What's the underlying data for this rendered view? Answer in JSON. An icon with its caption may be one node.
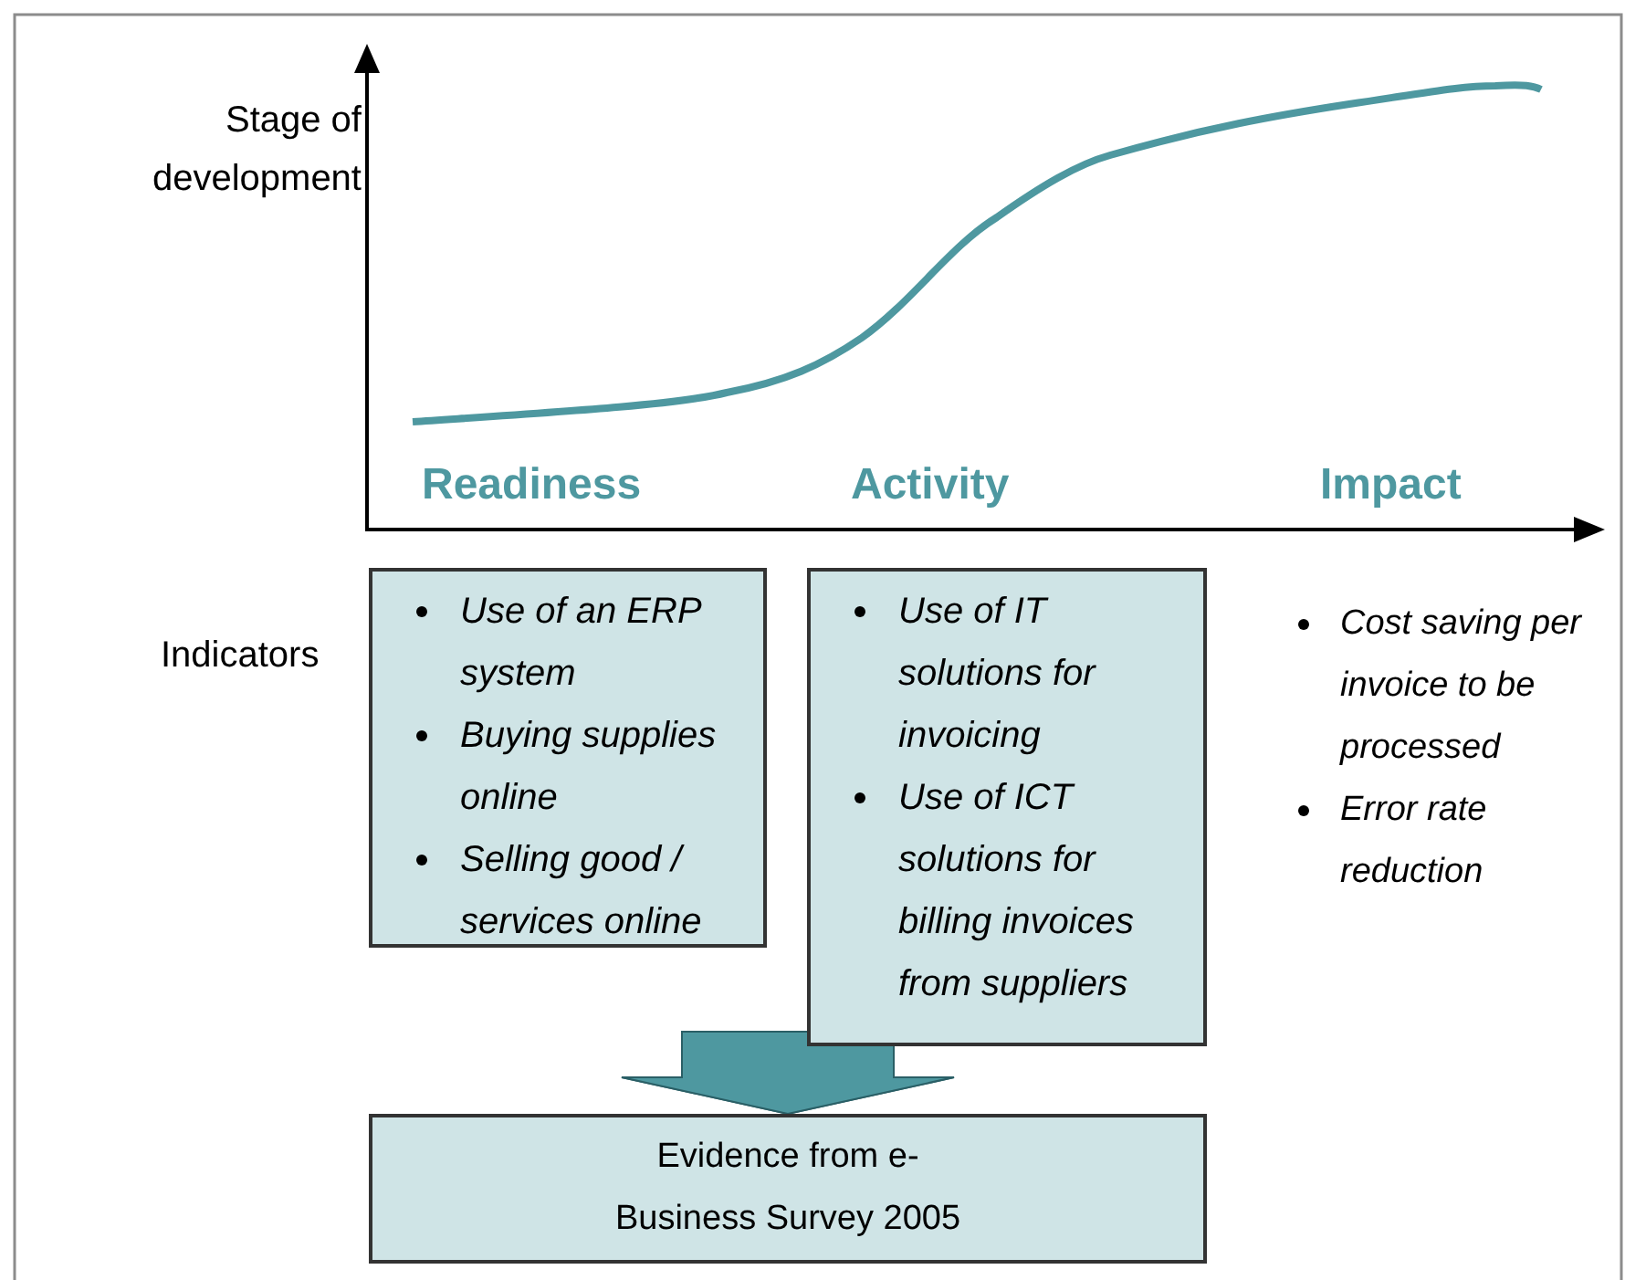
{
  "diagram": {
    "nodes": [
      {
        "text": [
          "Use of an ERP system",
          "Buying supplies online",
          "Selling good / services online"
        ]
      },
      {
        "text": [
          "Use of IT solutions for invoicing",
          "Use of ICT solutions for billing invoices from suppliers"
        ]
      },
      {
        "text": [
          "Evidence from e-Business Survey 2005"
        ]
      }
    ],
    "edges": [
      {
        "from": 0,
        "to": 2,
        "arrow": "to",
        "style": "thick",
        "color": "#4e98a0"
      },
      {
        "from": 1,
        "to": 2,
        "arrow": "to",
        "style": "thick",
        "color": "#4e98a0"
      }
    ],
    "labels": [
      "Stage of development",
      "Readiness",
      "Activity",
      "Impact",
      "Indicators",
      "Cost saving per invoice to be processed",
      "Error rate reduction"
    ]
  }
}
